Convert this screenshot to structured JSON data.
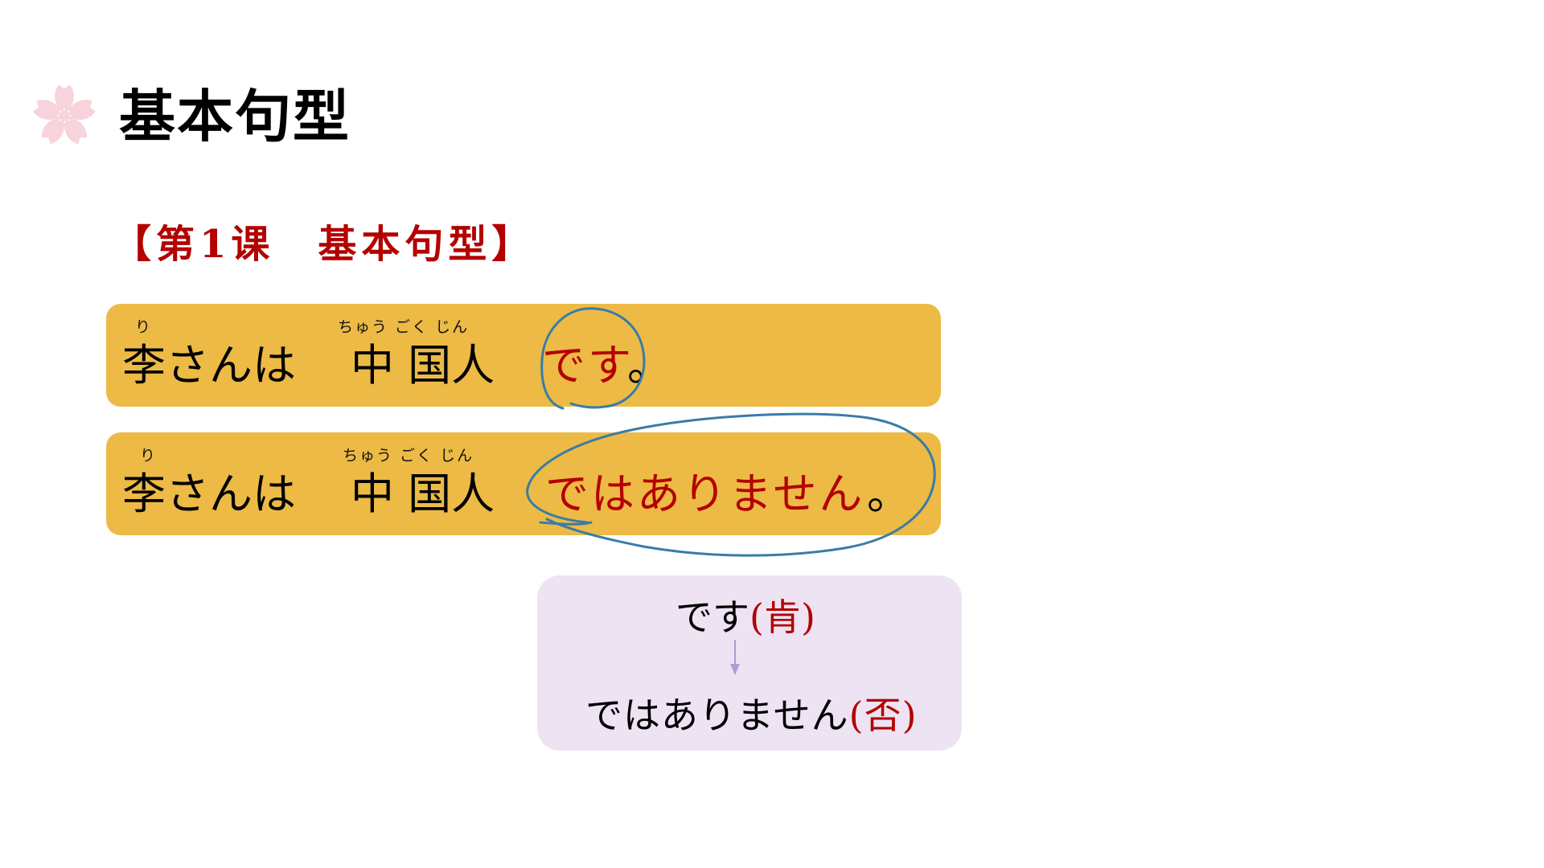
{
  "colors": {
    "title_text": "#000000",
    "accent_red": "#B30000",
    "sentence_box_fill": "#ECBA45",
    "summary_box_fill": "#EDE3F3",
    "arrow": "#A89FD6",
    "ink_blue": "#3A7BA8",
    "blossom_pink": "#F8D3DC"
  },
  "header": {
    "icon": "cherry-blossom-icon",
    "title": "基本句型"
  },
  "lesson_heading": {
    "text": "【第1课　基本句型】"
  },
  "sentences": [
    {
      "subject": {
        "text": "李さんは",
        "furigana": "り"
      },
      "noun": {
        "text": "中 国人",
        "furigana": "ちゅう ごく じん"
      },
      "predicate": "です",
      "punctuation": "。",
      "annotation": "hand-drawn-circle"
    },
    {
      "subject": {
        "text": "李さんは",
        "furigana": "り"
      },
      "noun": {
        "text": "中 国人",
        "furigana": "ちゅう ごく じん"
      },
      "predicate": "ではありません",
      "punctuation": "。",
      "annotation": "hand-drawn-ellipse"
    }
  ],
  "summary": {
    "affirmative": {
      "form": "です",
      "label": "(肯)"
    },
    "arrow_icon": "arrow-down-icon",
    "negative": {
      "form": "ではありません",
      "label": "(否)"
    }
  }
}
